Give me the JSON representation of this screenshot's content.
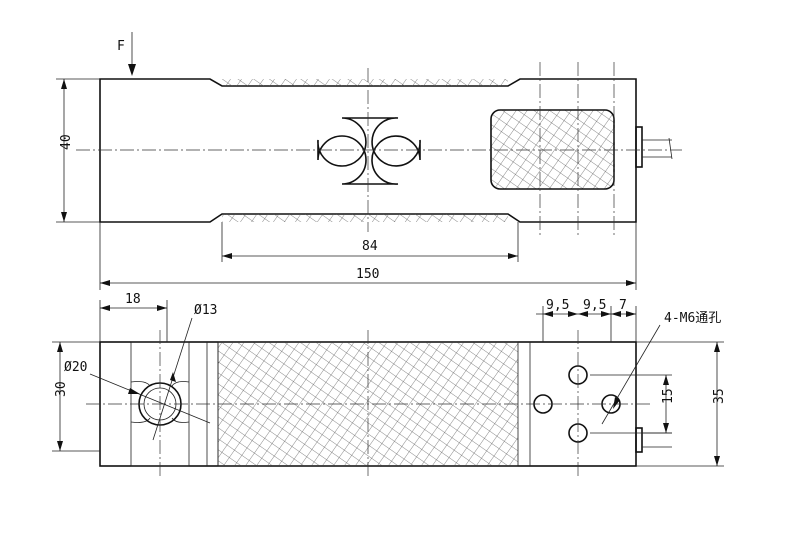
{
  "top_view": {
    "force_label": "F",
    "dim_height": "40",
    "dim_gauge": "84",
    "dim_length": "150"
  },
  "bottom_view": {
    "dim_edge": "18",
    "dim_hole_small": "Ø13",
    "dim_hole_large": "Ø20",
    "dim_height_left": "30",
    "dim_pitch_1": "9,5",
    "dim_pitch_2": "9,5",
    "dim_pitch_3": "7",
    "hole_note": "4-M6通孔",
    "dim_height_right_inner": "15",
    "dim_height_right": "35"
  },
  "colors": {
    "line": "#111111",
    "background": "#ffffff"
  }
}
